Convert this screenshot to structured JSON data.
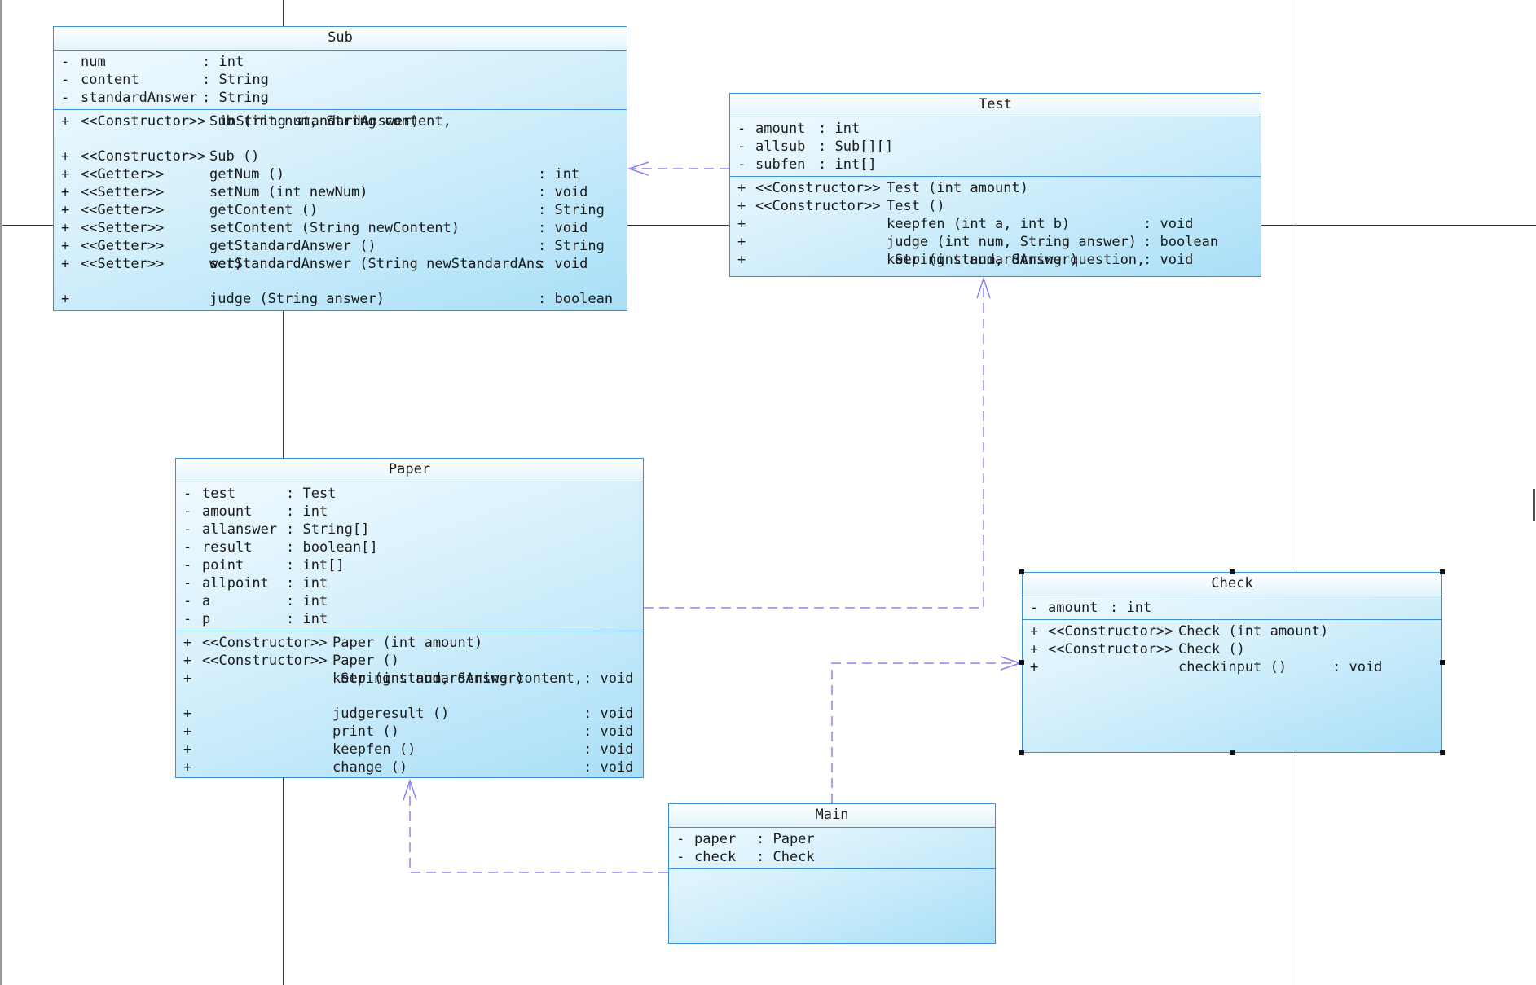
{
  "classes": {
    "sub": {
      "name": "Sub",
      "attributes": [
        {
          "vis": "-",
          "name": "num",
          "type": ": int"
        },
        {
          "vis": "-",
          "name": "content",
          "type": ": String"
        },
        {
          "vis": "-",
          "name": "standardAnswer",
          "type": ": String"
        }
      ],
      "operations": [
        {
          "vis": "+",
          "stereo": "<<Constructor>>",
          "name": "Sub (int num, String content,",
          "name2": "inString standardAnswer)",
          "ret": ""
        },
        {
          "vis": "+",
          "stereo": "<<Constructor>>",
          "name": "Sub ()",
          "ret": ""
        },
        {
          "vis": "+",
          "stereo": "<<Getter>>",
          "name": "getNum ()",
          "ret": ": int"
        },
        {
          "vis": "+",
          "stereo": "<<Setter>>",
          "name": "setNum (int newNum)",
          "ret": ": void"
        },
        {
          "vis": "+",
          "stereo": "<<Getter>>",
          "name": "getContent ()",
          "ret": ": String"
        },
        {
          "vis": "+",
          "stereo": "<<Setter>>",
          "name": "setContent (String newContent)",
          "ret": ": void"
        },
        {
          "vis": "+",
          "stereo": "<<Getter>>",
          "name": "getStandardAnswer ()",
          "ret": ": String"
        },
        {
          "vis": "+",
          "stereo": "<<Setter>>",
          "name": "setStandardAnswer (String newStandardAns",
          "name2": "wer)",
          "ret": ": void"
        },
        {
          "vis": "+",
          "stereo": "",
          "name": "judge (String answer)",
          "ret": ": boolean"
        }
      ]
    },
    "test": {
      "name": "Test",
      "attributes": [
        {
          "vis": "-",
          "name": "amount",
          "type": ": int"
        },
        {
          "vis": "-",
          "name": "allsub",
          "type": ": Sub[][]"
        },
        {
          "vis": "-",
          "name": "subfen",
          "type": ": int[]"
        }
      ],
      "operations": [
        {
          "vis": "+",
          "stereo": "<<Constructor>>",
          "name": "Test (int amount)",
          "ret": ""
        },
        {
          "vis": "+",
          "stereo": "<<Constructor>>",
          "name": "Test ()",
          "ret": ""
        },
        {
          "vis": "+",
          "stereo": "",
          "name": "keepfen (int a, int b)",
          "ret": ": void"
        },
        {
          "vis": "+",
          "stereo": "",
          "name": "judge (int num, String answer)",
          "ret": ": boolean"
        },
        {
          "vis": "+",
          "stereo": "",
          "name": "keep (int num, String question,",
          "name2": "String standardAnswer)",
          "ret": ": void"
        }
      ]
    },
    "paper": {
      "name": "Paper",
      "attributes": [
        {
          "vis": "-",
          "name": "test",
          "type": ": Test"
        },
        {
          "vis": "-",
          "name": "amount",
          "type": ": int"
        },
        {
          "vis": "-",
          "name": "allanswer",
          "type": ": String[]"
        },
        {
          "vis": "-",
          "name": "result",
          "type": ": boolean[]"
        },
        {
          "vis": "-",
          "name": "point",
          "type": ": int[]"
        },
        {
          "vis": "-",
          "name": "allpoint",
          "type": ": int"
        },
        {
          "vis": "-",
          "name": "a",
          "type": ": int"
        },
        {
          "vis": "-",
          "name": "p",
          "type": ": int"
        }
      ],
      "operations": [
        {
          "vis": "+",
          "stereo": "<<Constructor>>",
          "name": "Paper (int amount)",
          "ret": ""
        },
        {
          "vis": "+",
          "stereo": "<<Constructor>>",
          "name": "Paper ()",
          "ret": ""
        },
        {
          "vis": "+",
          "stereo": "",
          "name": "keep (int num, String content,",
          "name2": "String standardAnswer)",
          "ret": ": void"
        },
        {
          "vis": "+",
          "stereo": "",
          "name": "judgeresult ()",
          "ret": ": void"
        },
        {
          "vis": "+",
          "stereo": "",
          "name": "print ()",
          "ret": ": void"
        },
        {
          "vis": "+",
          "stereo": "",
          "name": "keepfen ()",
          "ret": ": void"
        },
        {
          "vis": "+",
          "stereo": "",
          "name": "change ()",
          "ret": ": void"
        }
      ]
    },
    "check": {
      "name": "Check",
      "attributes": [
        {
          "vis": "-",
          "name": "amount",
          "type": ": int"
        }
      ],
      "operations": [
        {
          "vis": "+",
          "stereo": "<<Constructor>>",
          "name": "Check (int amount)",
          "ret": ""
        },
        {
          "vis": "+",
          "stereo": "<<Constructor>>",
          "name": "Check ()",
          "ret": ""
        },
        {
          "vis": "+",
          "stereo": "",
          "name": "checkinput ()",
          "ret": ": void"
        }
      ]
    },
    "main": {
      "name": "Main",
      "attributes": [
        {
          "vis": "-",
          "name": "paper",
          "type": ": Paper"
        },
        {
          "vis": "-",
          "name": "check",
          "type": ": Check"
        }
      ],
      "operations": []
    }
  },
  "colors": {
    "class_border": "#3b8fd6",
    "class_fill_light": "#f3fbff",
    "class_fill_dark": "#a9dff7",
    "dependency": "#8c84f0",
    "page_line": "#333333"
  }
}
